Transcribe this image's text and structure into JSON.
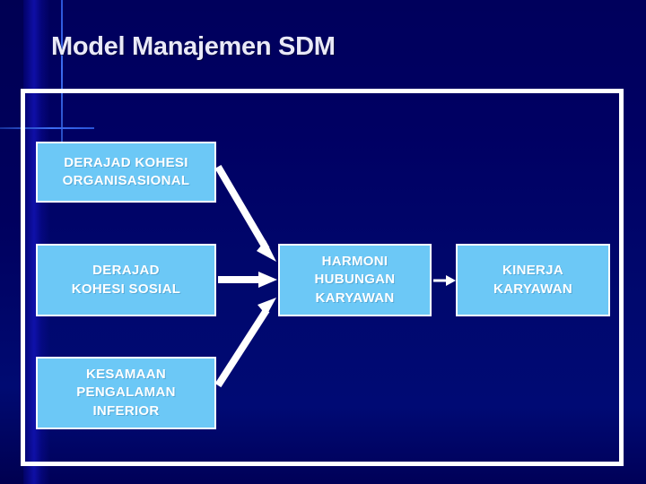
{
  "slide": {
    "title": "Model Manajemen SDM",
    "background_color": "#000063",
    "frame_color": "#ffffff",
    "accent_line_color": "#3d6cf2"
  },
  "diagram": {
    "type": "flow-diagram",
    "box_fill_color": "#6cc8f6",
    "box_border_color": "#ffffff",
    "box_text_color": "#ffffff",
    "arrow_color": "#ffffff",
    "boxes": [
      {
        "id": "kohesi-organisasional",
        "label": "DERAJAD KOHESI\nORGANISASIONAL"
      },
      {
        "id": "kohesi-sosial",
        "label": "DERAJAD\nKOHESI SOSIAL"
      },
      {
        "id": "kesamaan-pengalaman",
        "label": "KESAMAAN\nPENGALAMAN\nINFERIOR"
      },
      {
        "id": "harmoni-hubungan",
        "label": "HARMONI\nHUBUNGAN\nKARYAWAN"
      },
      {
        "id": "kinerja-karyawan",
        "label": "KINERJA\nKARYAWAN"
      }
    ],
    "arrows": [
      {
        "id": "arrow-kohesi-org-to-harmoni",
        "from": "kohesi-organisasional",
        "to": "harmoni-hubungan",
        "style": "thick-diagonal-down"
      },
      {
        "id": "arrow-kohesi-sosial-to-harmoni",
        "from": "kohesi-sosial",
        "to": "harmoni-hubungan",
        "style": "thick-horizontal"
      },
      {
        "id": "arrow-kesamaan-to-harmoni",
        "from": "kesamaan-pengalaman",
        "to": "harmoni-hubungan",
        "style": "thick-diagonal-up"
      },
      {
        "id": "arrow-harmoni-to-kinerja",
        "from": "harmoni-hubungan",
        "to": "kinerja-karyawan",
        "style": "thin-horizontal"
      }
    ]
  }
}
